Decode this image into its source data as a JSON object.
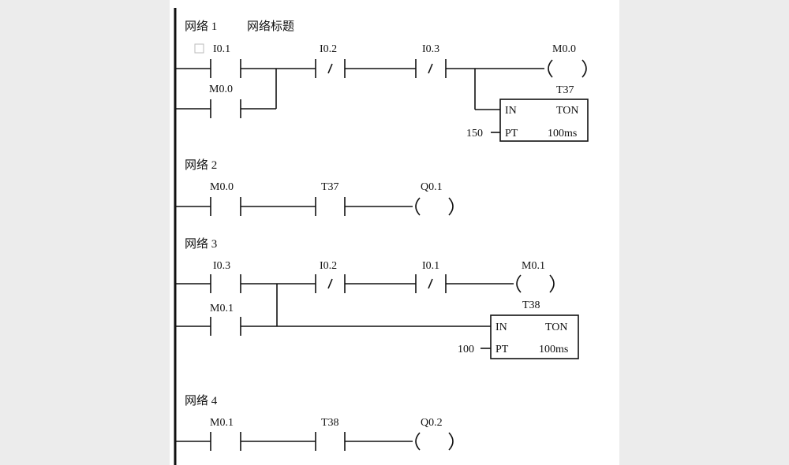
{
  "networks": [
    {
      "title": "网络 1",
      "comment": "网络标题",
      "contacts": [
        {
          "label": "I0.1",
          "type": "NO"
        },
        {
          "label": "M0.0",
          "type": "NO"
        },
        {
          "label": "I0.2",
          "type": "NC"
        },
        {
          "label": "I0.3",
          "type": "NC"
        }
      ],
      "coil": {
        "label": "M0.0"
      },
      "timer": {
        "name": "T37",
        "in": "IN",
        "type": "TON",
        "pt": "PT",
        "preset": "150",
        "base": "100ms"
      }
    },
    {
      "title": "网络 2",
      "contacts": [
        {
          "label": "M0.0",
          "type": "NO"
        },
        {
          "label": "T37",
          "type": "NO"
        }
      ],
      "coil": {
        "label": "Q0.1"
      }
    },
    {
      "title": "网络 3",
      "contacts": [
        {
          "label": "I0.3",
          "type": "NO"
        },
        {
          "label": "M0.1",
          "type": "NO"
        },
        {
          "label": "I0.2",
          "type": "NC"
        },
        {
          "label": "I0.1",
          "type": "NC"
        }
      ],
      "coil": {
        "label": "M0.1"
      },
      "timer": {
        "name": "T38",
        "in": "IN",
        "type": "TON",
        "pt": "PT",
        "preset": "100",
        "base": "100ms"
      }
    },
    {
      "title": "网络 4",
      "contacts": [
        {
          "label": "M0.1",
          "type": "NO"
        },
        {
          "label": "T38",
          "type": "NO"
        }
      ],
      "coil": {
        "label": "Q0.2"
      }
    }
  ]
}
